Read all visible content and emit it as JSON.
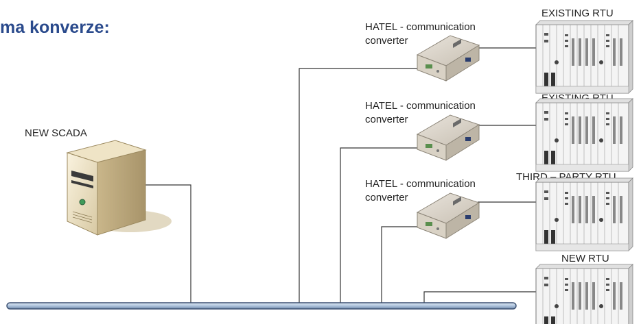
{
  "title": "ma konverze:",
  "server": {
    "label": "NEW SCADA"
  },
  "converters": [
    {
      "line1": "HATEL - communication",
      "line2": "converter"
    },
    {
      "line1": "HATEL - communication",
      "line2": "converter"
    },
    {
      "line1": "HATEL - communication",
      "line2": "converter"
    }
  ],
  "rtus": [
    {
      "label": "EXISTING RTU"
    },
    {
      "label": "EXISTING RTU"
    },
    {
      "label": "THIRD – PARTY RTU"
    },
    {
      "label": "NEW RTU"
    }
  ],
  "colors": {
    "title": "#2a4a8c",
    "bus": "#b9cde3",
    "bus_outline": "#3a4f70"
  }
}
